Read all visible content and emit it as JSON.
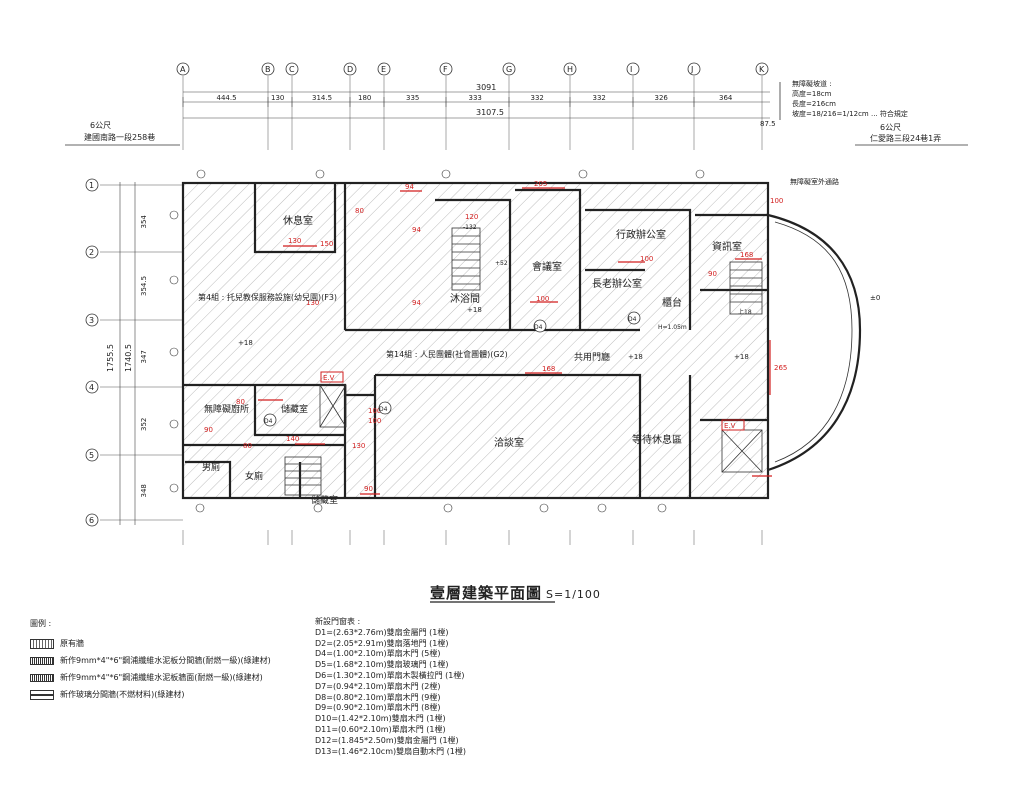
{
  "title": "壹層建築平面圖",
  "scale": "S=1/100",
  "columns": [
    "A",
    "B",
    "C",
    "D",
    "E",
    "F",
    "G",
    "H",
    "I",
    "J",
    "K"
  ],
  "rows": [
    "1",
    "2",
    "3",
    "4",
    "5",
    "6"
  ],
  "top_dims": [
    "444.5",
    "130",
    "314.5",
    "180",
    "335",
    "333",
    "332",
    "332",
    "326",
    "364"
  ],
  "total_dim_1": "3091",
  "total_dim_2": "3107.5",
  "edge_dim": "87.5",
  "left_dims": [
    "354",
    "354.5",
    "347",
    "352",
    "348"
  ],
  "left_total_1": "1755.5",
  "left_total_2": "1740.5",
  "roads": {
    "left": {
      "width": "6公尺",
      "name": "建國南路一段258巷"
    },
    "right": {
      "width": "6公尺",
      "name": "仁愛路三段24巷1弄"
    }
  },
  "ramp_note": [
    "無障礙坡道 :",
    "高度=18cm",
    "長度=216cm",
    "坡度=18/216=1/12cm ... 符合規定"
  ],
  "ramp_label": "無障礙室外通路",
  "rooms": [
    {
      "id": "rest",
      "label": "休息室"
    },
    {
      "id": "childcare",
      "label": "第4組 : 托兒教保服務設施(幼兒園)(F3)"
    },
    {
      "id": "group14",
      "label": "第14組 : 人民團體(社會團體)(G2)"
    },
    {
      "id": "bath",
      "label": "沐浴間"
    },
    {
      "id": "meeting",
      "label": "會議室"
    },
    {
      "id": "admin",
      "label": "行政辦公室"
    },
    {
      "id": "elder",
      "label": "長老辦公室"
    },
    {
      "id": "info",
      "label": "資訊室"
    },
    {
      "id": "counter",
      "label": "櫃台"
    },
    {
      "id": "hall",
      "label": "共用門廳"
    },
    {
      "id": "consult",
      "label": "洽談室"
    },
    {
      "id": "waiting",
      "label": "等待休息區"
    },
    {
      "id": "kitchen",
      "label": "無障礙廚所"
    },
    {
      "id": "storage1",
      "label": "儲藏室"
    },
    {
      "id": "male",
      "label": "男廁"
    },
    {
      "id": "female",
      "label": "女廁"
    },
    {
      "id": "storage2",
      "label": "儲藏室"
    }
  ],
  "markers": {
    "ev": "E.V",
    "h": "H=1.05m",
    "d4": "D4"
  },
  "levels": [
    "+18",
    "+18",
    "+18",
    "±0",
    "+18"
  ],
  "stairs": [
    "-132",
    "+52",
    "上18"
  ],
  "red_dims": [
    "94",
    "205",
    "80",
    "94",
    "120",
    "130",
    "94",
    "130",
    "100",
    "90",
    "168",
    "100",
    "100",
    "168",
    "80",
    "140",
    "80",
    "90",
    "130",
    "265",
    "90",
    "100",
    "150",
    "100"
  ],
  "legend": {
    "title": "圖例 :",
    "items": [
      "原有牆",
      "新作9mm*4\"*6\"鋼浦纖維水泥板分間牆(耐燃一級)(綠建材)",
      "新作9mm*4\"*6\"鋼浦纖維水泥板牆面(耐燃一級)(綠建材)",
      "新作玻璃分間牆(不燃材料)(綠建材)"
    ]
  },
  "door_table": {
    "title": "新設門窗表 :",
    "items": [
      "D1=(2.63*2.76m)雙扇金屬門 (1樘)",
      "D2=(2.05*2.91m)雙扇落地門 (1樘)",
      "D4=(1.00*2.10m)單扇木門 (5樘)",
      "D5=(1.68*2.10m)雙扇玻璃門 (1樘)",
      "D6=(1.30*2.10m)單扇木製橫拉門 (1樘)",
      "D7=(0.94*2.10m)單扇木門 (2樘)",
      "D8=(0.80*2.10m)單扇木門 (9樘)",
      "D9=(0.90*2.10m)單扇木門 (8樘)",
      "D10=(1.42*2.10m)雙扇木門 (1樘)",
      "D11=(0.60*2.10m)單扇木門 (1樘)",
      "D12=(1.845*2.50m)雙扇金屬門 (1樘)",
      "D13=(1.46*2.10cm)雙扇自動木門 (1樘)"
    ]
  }
}
